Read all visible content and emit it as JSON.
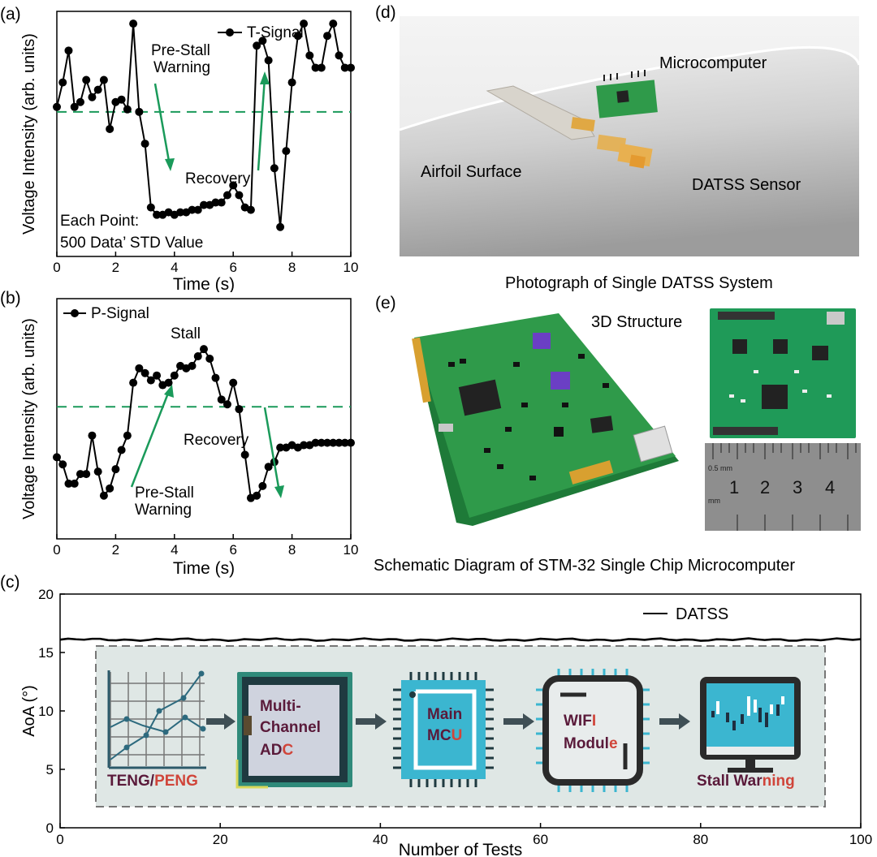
{
  "panels": {
    "a": "(a)",
    "b": "(b)",
    "c": "(c)",
    "d": "(d)",
    "e": "(e)"
  },
  "colors": {
    "series": "#000000",
    "arrow": "#1a9a5a",
    "threshold": "#1a9a5a",
    "board": "#2f9a4a",
    "board_dark": "#1e7a38",
    "chip": "#6b3fc4",
    "diagram_bg": "#dfe7e5",
    "label_dark": "#5a1a3a",
    "label_red": "#d0453a"
  },
  "chart_data": [
    {
      "id": "a",
      "type": "line",
      "xlabel": "Time (s)",
      "ylabel": "Voltage Intensity (arb. units)",
      "xlim": [
        0,
        10
      ],
      "xticks": [
        0,
        2,
        4,
        6,
        8,
        10
      ],
      "ylim": [
        0,
        1
      ],
      "threshold": 0.59,
      "grid": false,
      "legend": "top-right",
      "series": [
        {
          "name": "T-Signal",
          "x": [
            0,
            0.2,
            0.4,
            0.6,
            0.8,
            1.0,
            1.2,
            1.4,
            1.6,
            1.8,
            2.0,
            2.2,
            2.4,
            2.6,
            2.8,
            3.0,
            3.2,
            3.4,
            3.6,
            3.8,
            4.0,
            4.2,
            4.4,
            4.6,
            4.8,
            5.0,
            5.2,
            5.4,
            5.6,
            5.8,
            6.0,
            6.2,
            6.4,
            6.6,
            6.8,
            7.0,
            7.2,
            7.4,
            7.6,
            7.8,
            8.0,
            8.2,
            8.4,
            8.6,
            8.8,
            9.0,
            9.2,
            9.4,
            9.6,
            9.8,
            10.0
          ],
          "y": [
            0.61,
            0.71,
            0.84,
            0.61,
            0.63,
            0.72,
            0.65,
            0.68,
            0.72,
            0.52,
            0.63,
            0.64,
            0.6,
            0.95,
            0.59,
            0.46,
            0.2,
            0.17,
            0.17,
            0.18,
            0.17,
            0.18,
            0.18,
            0.19,
            0.19,
            0.21,
            0.21,
            0.22,
            0.22,
            0.25,
            0.29,
            0.25,
            0.2,
            0.19,
            0.86,
            0.88,
            0.8,
            0.36,
            0.12,
            0.43,
            0.71,
            0.9,
            0.95,
            0.82,
            0.77,
            0.77,
            0.9,
            0.95,
            0.82,
            0.77,
            0.77
          ]
        }
      ],
      "annotations": [
        "Pre-Stall",
        "Warning",
        "Recovery",
        "Each Point:",
        "500 Data’ STD Value"
      ]
    },
    {
      "id": "b",
      "type": "line",
      "xlabel": "Time (s)",
      "ylabel": "Voltage Intensity (arb. units)",
      "xlim": [
        0,
        10
      ],
      "xticks": [
        0,
        2,
        4,
        6,
        8,
        10
      ],
      "ylim": [
        0,
        1
      ],
      "threshold": 0.55,
      "grid": false,
      "legend": "top-left",
      "series": [
        {
          "name": "P-Signal",
          "x": [
            0,
            0.2,
            0.4,
            0.6,
            0.8,
            1.0,
            1.2,
            1.4,
            1.6,
            1.8,
            2.0,
            2.2,
            2.4,
            2.6,
            2.8,
            3.0,
            3.2,
            3.4,
            3.6,
            3.8,
            4.0,
            4.2,
            4.4,
            4.6,
            4.8,
            5.0,
            5.2,
            5.4,
            5.6,
            5.8,
            6.0,
            6.2,
            6.4,
            6.6,
            6.8,
            7.0,
            7.2,
            7.4,
            7.6,
            7.8,
            8.0,
            8.2,
            8.4,
            8.6,
            8.8,
            9.0,
            9.2,
            9.4,
            9.6,
            9.8,
            10.0
          ],
          "y": [
            0.34,
            0.31,
            0.23,
            0.23,
            0.27,
            0.27,
            0.43,
            0.28,
            0.18,
            0.21,
            0.29,
            0.37,
            0.43,
            0.65,
            0.71,
            0.69,
            0.66,
            0.68,
            0.64,
            0.65,
            0.68,
            0.72,
            0.71,
            0.72,
            0.76,
            0.79,
            0.75,
            0.67,
            0.58,
            0.56,
            0.65,
            0.54,
            0.35,
            0.17,
            0.18,
            0.22,
            0.3,
            0.32,
            0.38,
            0.38,
            0.39,
            0.38,
            0.39,
            0.39,
            0.4,
            0.4,
            0.4,
            0.4,
            0.4,
            0.4,
            0.4
          ]
        }
      ],
      "annotations": [
        "Stall",
        "Recovery",
        "Pre-Stall",
        "Warning"
      ]
    },
    {
      "id": "c",
      "type": "line",
      "xlabel": "Number of Tests",
      "ylabel": "AoA (°)",
      "xlim": [
        0,
        100
      ],
      "xticks": [
        0,
        20,
        40,
        60,
        80,
        100
      ],
      "ylim": [
        0,
        20
      ],
      "yticks": [
        0,
        5,
        10,
        15,
        20
      ],
      "grid": false,
      "legend": "top-right",
      "series": [
        {
          "name": "DATSS",
          "value": 16.1
        }
      ]
    }
  ],
  "diagram": {
    "steps": [
      {
        "label_a": "TENG/",
        "label_b": "PENG"
      },
      {
        "line1": "Multi-",
        "line2": "Channel",
        "line3a": "AD",
        "line3b": "C"
      },
      {
        "line1": "Main",
        "line2a": "MC",
        "line2b": "U"
      },
      {
        "line1a": "WIF",
        "line1b": "I",
        "line2a": "Modul",
        "line2b": "e"
      },
      {
        "label_a": "Stall War",
        "label_b": "ning"
      }
    ]
  },
  "photo_d": {
    "labels": {
      "microcomputer": "Microcomputer",
      "airfoil": "Airfoil Surface",
      "sensor": "DATSS Sensor"
    },
    "caption": "Photograph of Single DATSS System"
  },
  "photo_e": {
    "label_3d": "3D Structure",
    "ruler_numbers": [
      "1",
      "2",
      "3",
      "4"
    ],
    "ruler_small": [
      "0.5 mm",
      "mm"
    ],
    "caption": "Schematic Diagram of STM-32 Single Chip Microcomputer"
  }
}
